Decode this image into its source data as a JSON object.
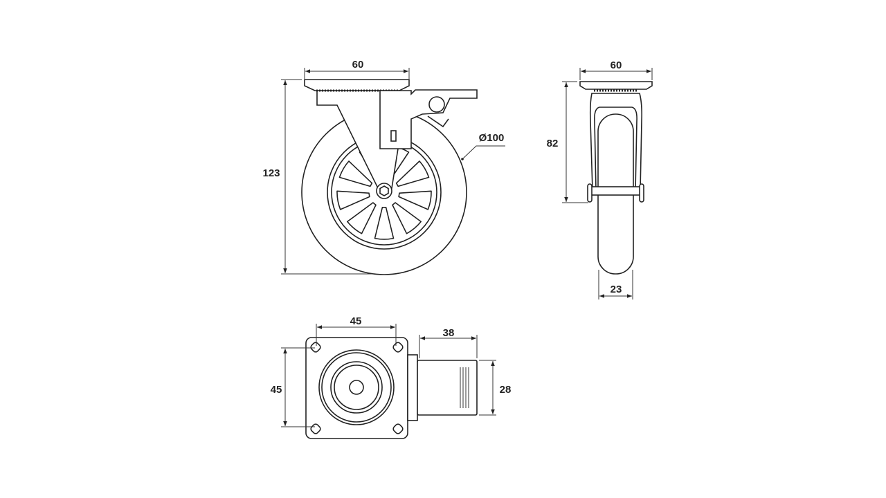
{
  "side_view": {
    "width_label": "60",
    "height_label": "123",
    "diameter_label": "Ø100"
  },
  "front_view": {
    "width_label": "60",
    "height_label": "82",
    "wheel_width_label": "23"
  },
  "top_view": {
    "hole_spacing_x_label": "45",
    "hole_spacing_y_label": "45",
    "brake_length_label": "38",
    "brake_width_label": "28"
  },
  "colors": {
    "line": "#222222",
    "background": "#ffffff"
  }
}
